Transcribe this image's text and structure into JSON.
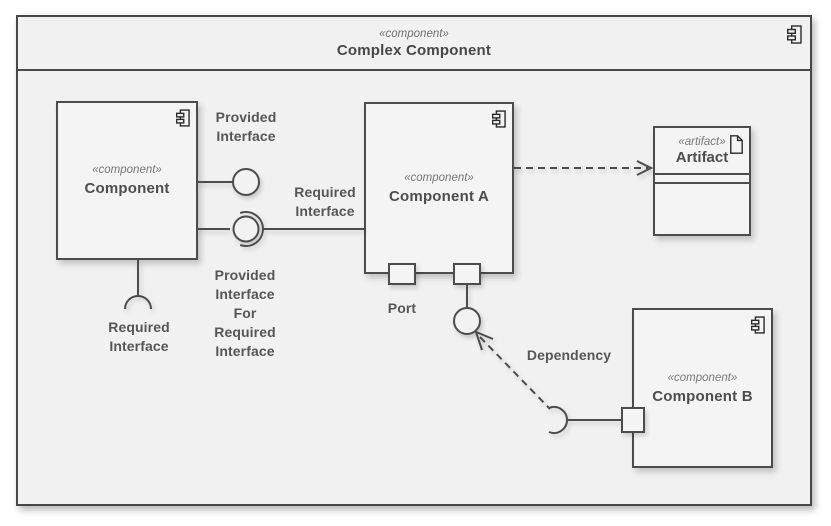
{
  "frame": {
    "stereotype": "«component»",
    "title": "Complex Component",
    "icon": "component-icon"
  },
  "nodes": {
    "component": {
      "stereotype": "«component»",
      "name": "Component",
      "icon": "component-icon"
    },
    "component_a": {
      "stereotype": "«component»",
      "name": "Component A",
      "icon": "component-icon"
    },
    "component_b": {
      "stereotype": "«component»",
      "name": "Component B",
      "icon": "component-icon"
    },
    "artifact": {
      "stereotype": "«artifact»",
      "name": "Artifact",
      "icon": "artifact-icon"
    }
  },
  "labels": {
    "provided_interface": "Provided Interface",
    "required_interface_a": "Required Interface",
    "provided_for_required": "Provided Interface For Required Interface",
    "required_interface_left": "Required Interface",
    "port": "Port",
    "dependency": "Dependency"
  },
  "colors": {
    "background": "#ffffff",
    "frame_fill": "#f1f1f1",
    "node_fill": "#f4f4f4",
    "border": "#4c4c4c",
    "text": "#4d4d4d",
    "stereotype_text": "#787878"
  }
}
